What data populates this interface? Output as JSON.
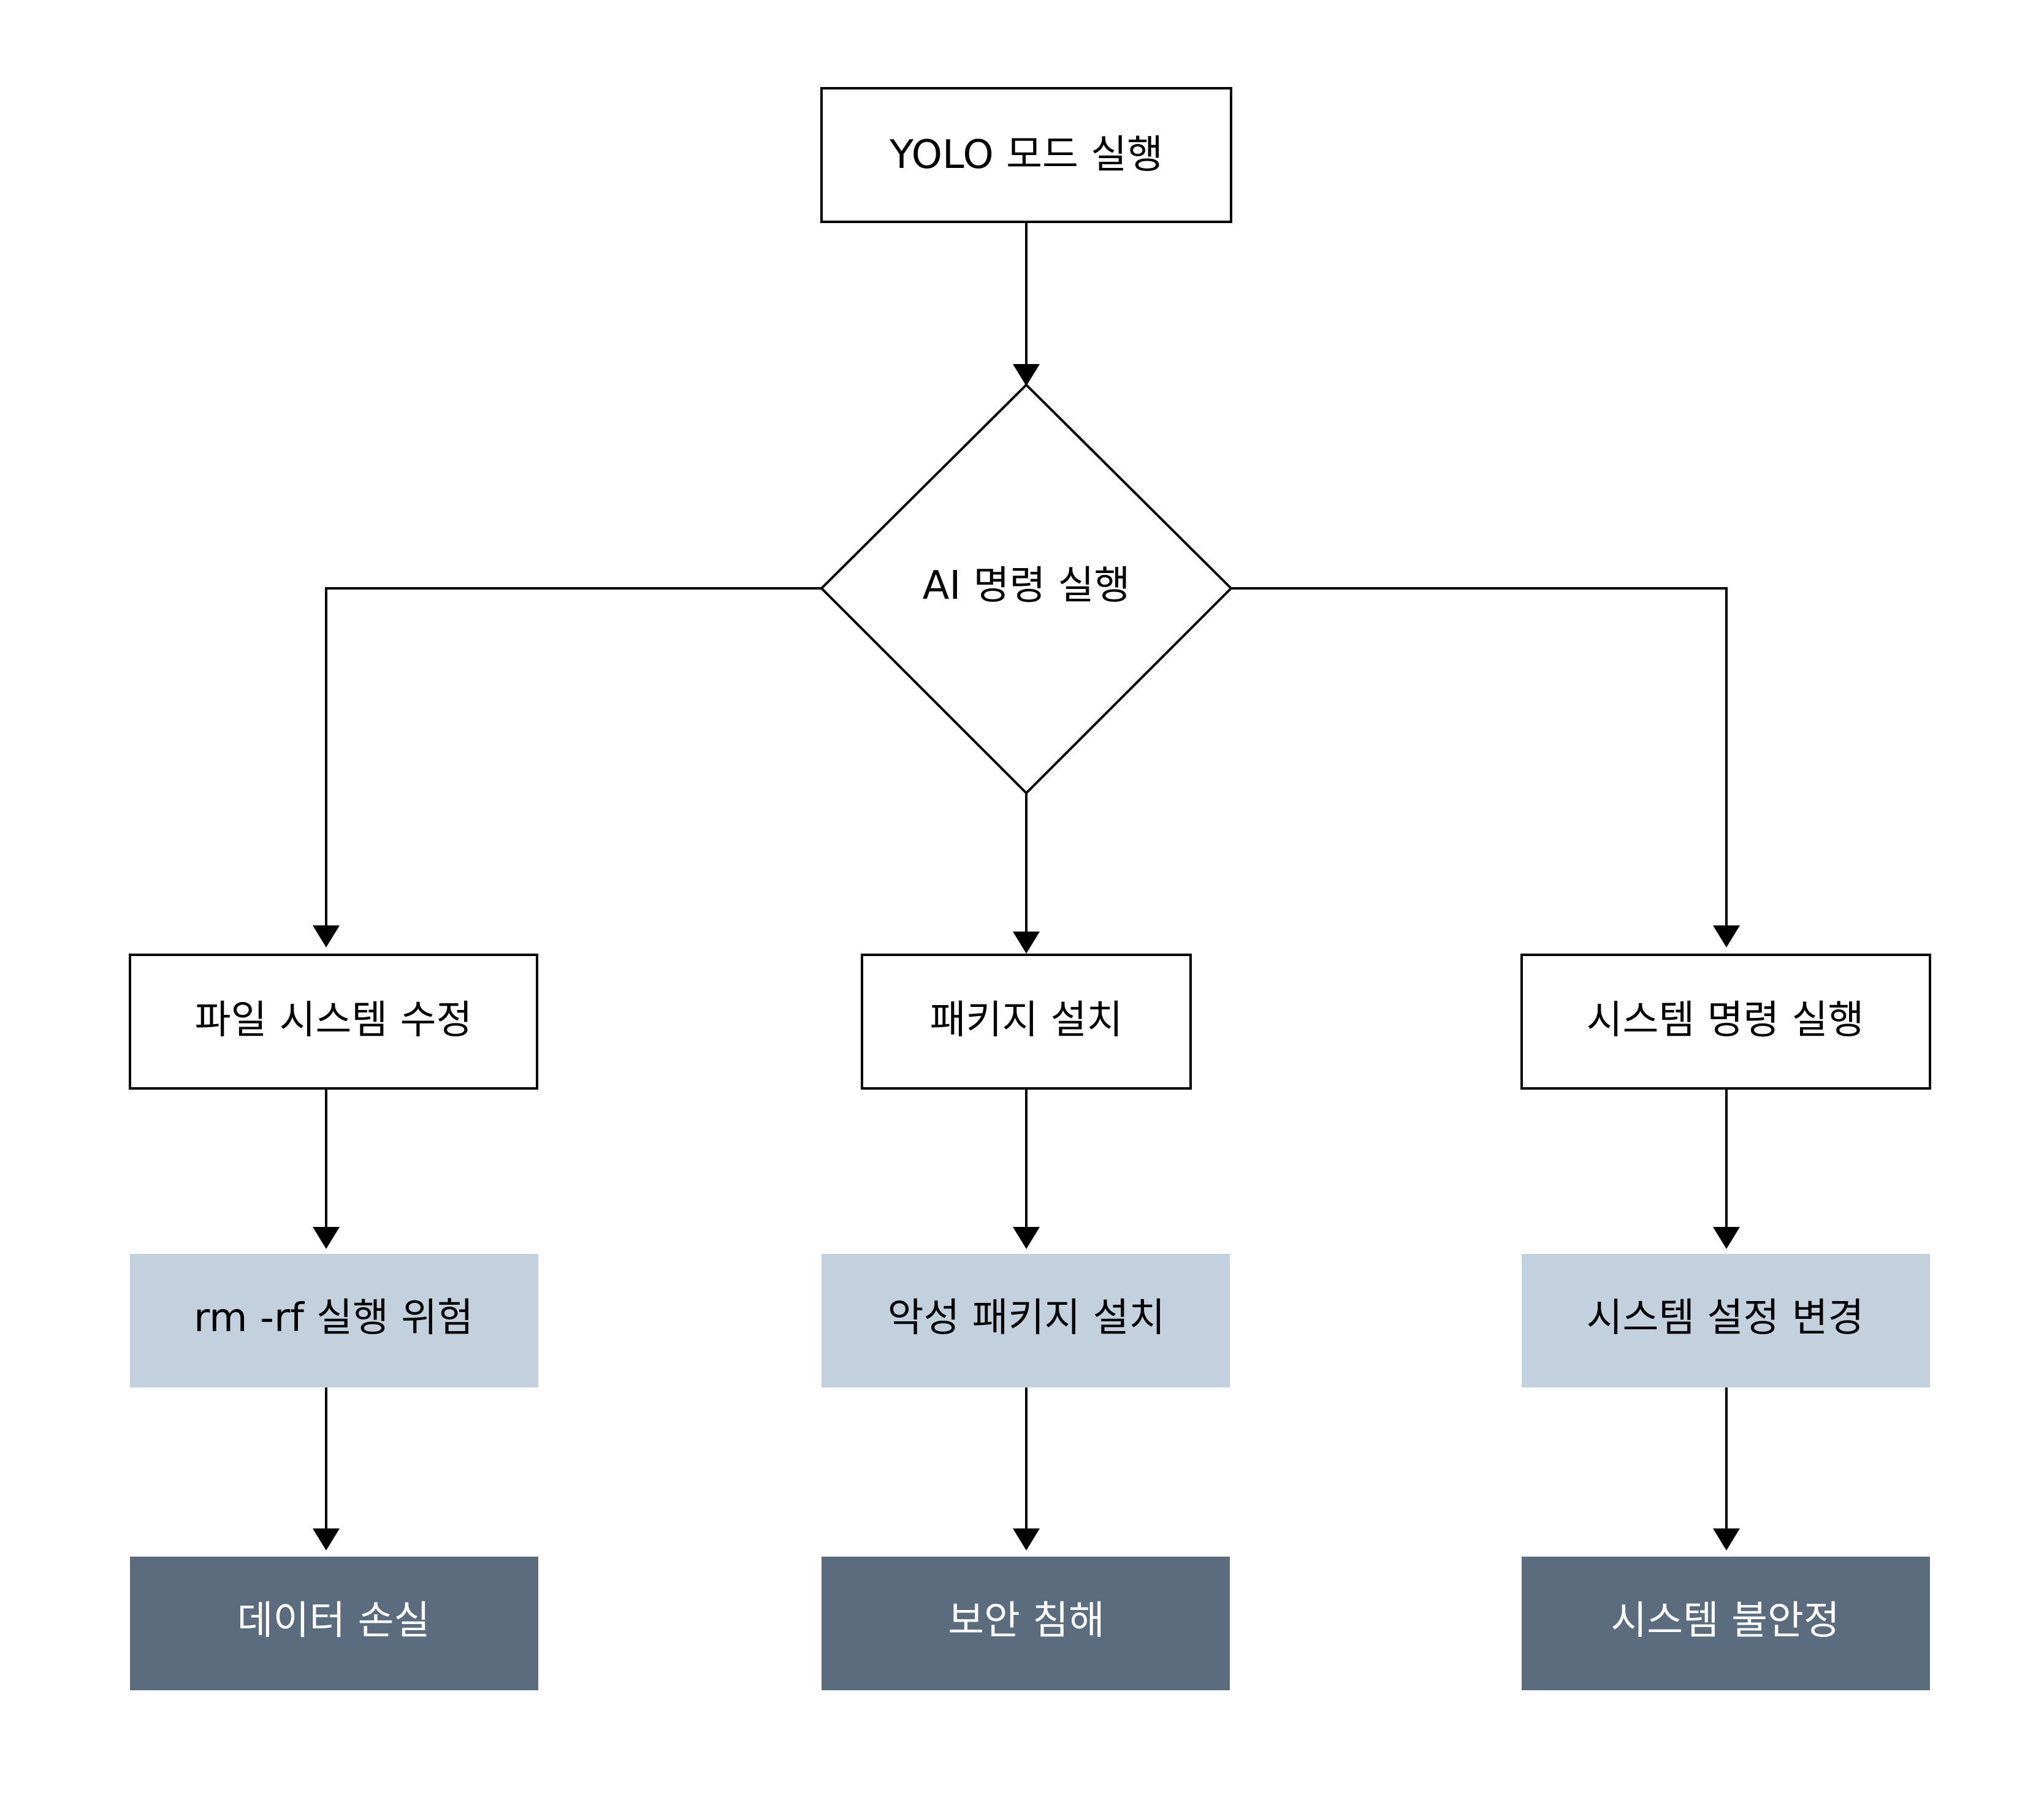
{
  "diagram": {
    "start": {
      "label": "YOLO 모드 실행"
    },
    "decision": {
      "label": "AI 명령 실행"
    },
    "branches": [
      {
        "action": "파일 시스템 수정",
        "risk": "rm -rf 실행 위험",
        "outcome": "데이터 손실"
      },
      {
        "action": "패키지 설치",
        "risk": "악성 패키지 설치",
        "outcome": "보안 침해"
      },
      {
        "action": "시스템 명령 실행",
        "risk": "시스템 설정 변경",
        "outcome": "시스템 불안정"
      }
    ]
  },
  "colors": {
    "line": "#000000",
    "box_fill": "#ffffff",
    "risk_fill": "#c2d1dd",
    "outcome_fill": "#5b6c7f",
    "outcome_text": "#ffffff",
    "text": "#000000"
  }
}
